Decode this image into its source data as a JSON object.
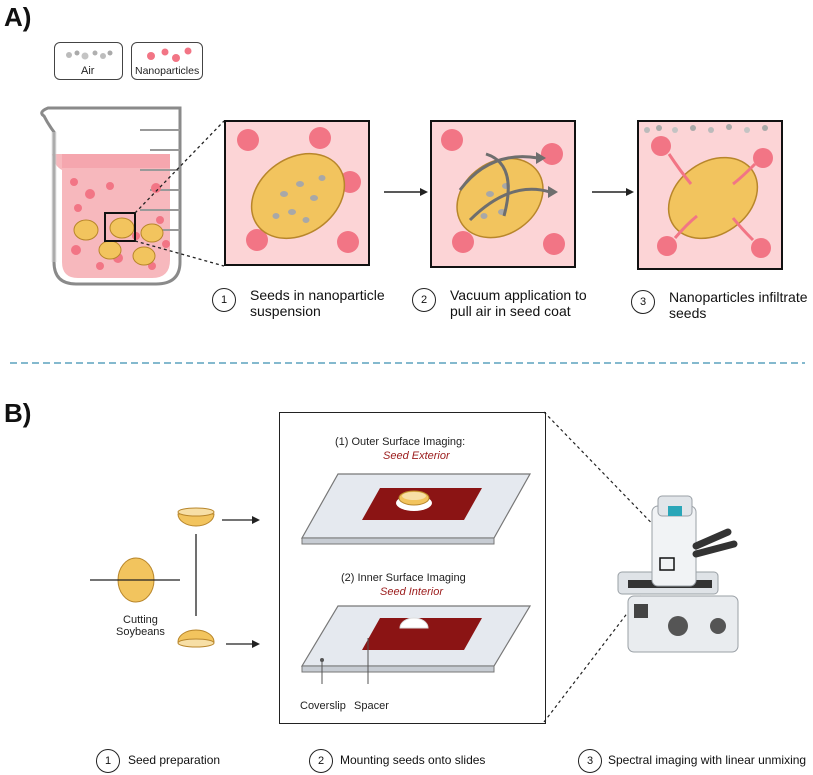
{
  "panel_a": {
    "label": "A)",
    "legend": {
      "air": "Air",
      "nanoparticles": "Nanoparticles"
    },
    "steps": [
      {
        "num": "1",
        "line1": "Seeds in nanoparticle",
        "line2": "suspension"
      },
      {
        "num": "2",
        "line1": "Vacuum application to",
        "line2": "pull air in seed coat"
      },
      {
        "num": "3",
        "line1": "Nanoparticles infiltrate",
        "line2": "seeds"
      }
    ]
  },
  "panel_b": {
    "label": "B)",
    "cutting_line1": "Cutting",
    "cutting_line2": "Soybeans",
    "outer_title": "(1) Outer Surface Imaging:",
    "outer_subtitle": "Seed Exterior",
    "inner_title": "(2) Inner Surface Imaging",
    "inner_subtitle": "Seed Interior",
    "coverslip": "Coverslip",
    "spacer": "Spacer",
    "steps": [
      {
        "num": "1",
        "text": "Seed preparation"
      },
      {
        "num": "2",
        "text": "Mounting seeds onto slides"
      },
      {
        "num": "3",
        "text": "Spectral imaging with linear unmixing"
      }
    ]
  },
  "colors": {
    "liquid": "#f7b8bd",
    "box_bg": "#fcd4d6",
    "seed": "#f2c45e",
    "seed_edge": "#b8862b",
    "particle": "#f27585",
    "spacer": "#8b1414",
    "accent_text": "#9b1b1b",
    "divider": "#3a8fb0"
  }
}
